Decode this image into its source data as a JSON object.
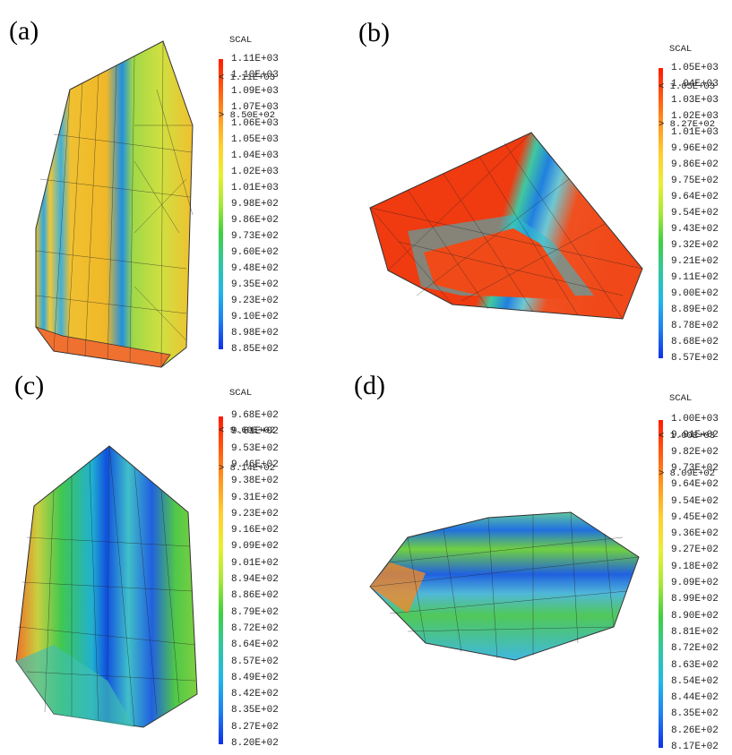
{
  "panels": [
    {
      "label": "(a)",
      "header": {
        "name": "SCAL",
        "max_line": "< 1.11E+03",
        "min_line": "> 8.50E+02"
      },
      "ticks": [
        "1.11E+03",
        "1.10E+03",
        "1.09E+03",
        "1.07E+03",
        "1.06E+03",
        "1.05E+03",
        "1.04E+03",
        "1.02E+03",
        "1.01E+03",
        "9.98E+02",
        "9.86E+02",
        "9.73E+02",
        "9.60E+02",
        "9.48E+02",
        "9.35E+02",
        "9.23E+02",
        "9.10E+02",
        "8.98E+02",
        "8.85E+02"
      ]
    },
    {
      "label": "(b)",
      "header": {
        "name": "SCAL",
        "max_line": "< 1.05E+03",
        "min_line": "> 8.27E+02"
      },
      "ticks": [
        "1.05E+03",
        "1.04E+03",
        "1.03E+03",
        "1.02E+03",
        "1.01E+03",
        "9.96E+02",
        "9.86E+02",
        "9.75E+02",
        "9.64E+02",
        "9.54E+02",
        "9.43E+02",
        "9.32E+02",
        "9.21E+02",
        "9.11E+02",
        "9.00E+02",
        "8.89E+02",
        "8.78E+02",
        "8.68E+02",
        "8.57E+02"
      ]
    },
    {
      "label": "(c)",
      "header": {
        "name": "SCAL",
        "max_line": "< 9.69E+02",
        "min_line": "> 8.14E+02"
      },
      "ticks": [
        "9.68E+02",
        "9.61E+02",
        "9.53E+02",
        "9.46E+02",
        "9.38E+02",
        "9.31E+02",
        "9.23E+02",
        "9.16E+02",
        "9.09E+02",
        "9.01E+02",
        "8.94E+02",
        "8.86E+02",
        "8.79E+02",
        "8.72E+02",
        "8.64E+02",
        "8.57E+02",
        "8.49E+02",
        "8.42E+02",
        "8.35E+02",
        "8.27E+02",
        "8.20E+02"
      ]
    },
    {
      "label": "(d)",
      "header": {
        "name": "SCAL",
        "max_line": "< 1.00E+03",
        "min_line": "> 8.09E+02"
      },
      "ticks": [
        "1.00E+03",
        "9.91E+02",
        "9.82E+02",
        "9.73E+02",
        "9.64E+02",
        "9.54E+02",
        "9.45E+02",
        "9.36E+02",
        "9.27E+02",
        "9.18E+02",
        "9.09E+02",
        "8.99E+02",
        "8.90E+02",
        "8.81E+02",
        "8.72E+02",
        "8.63E+02",
        "8.54E+02",
        "8.44E+02",
        "8.35E+02",
        "8.26E+02",
        "8.17E+02"
      ]
    }
  ],
  "colormap": [
    "#ff1a00",
    "#ff5a10",
    "#ff9a20",
    "#ffd030",
    "#e8f030",
    "#a8e838",
    "#40d040",
    "#30c8a0",
    "#20b8e8",
    "#2080f0",
    "#1030e8"
  ]
}
